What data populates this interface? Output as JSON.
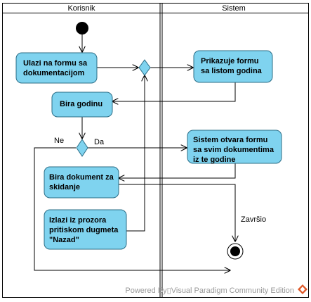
{
  "swimlanes": [
    {
      "title": "Korisnik"
    },
    {
      "title": "Sistem"
    }
  ],
  "actions": {
    "enter_form": [
      "Ulazi na formu sa",
      "dokumentacijom"
    ],
    "show_years": [
      "Prikazuje formu",
      "sa listom godina"
    ],
    "choose_year": [
      "Bira godinu"
    ],
    "open_docs": [
      "Sistem otvara formu",
      "sa svim dokumentima",
      "iz te godine"
    ],
    "choose_doc": [
      "Bira dokument za",
      "skidanje"
    ],
    "exit_window": [
      "Izlazi iz prozora",
      "pritiskom dugmeta",
      "\"Nazad\""
    ]
  },
  "labels": {
    "no": "Ne",
    "yes": "Da",
    "finished": "Završio"
  },
  "footer": {
    "text": "Powered By▯Visual Paradigm Community Edition"
  },
  "colors": {
    "action_fill": "#7fd3ef",
    "action_stroke": "#2b6d86"
  }
}
